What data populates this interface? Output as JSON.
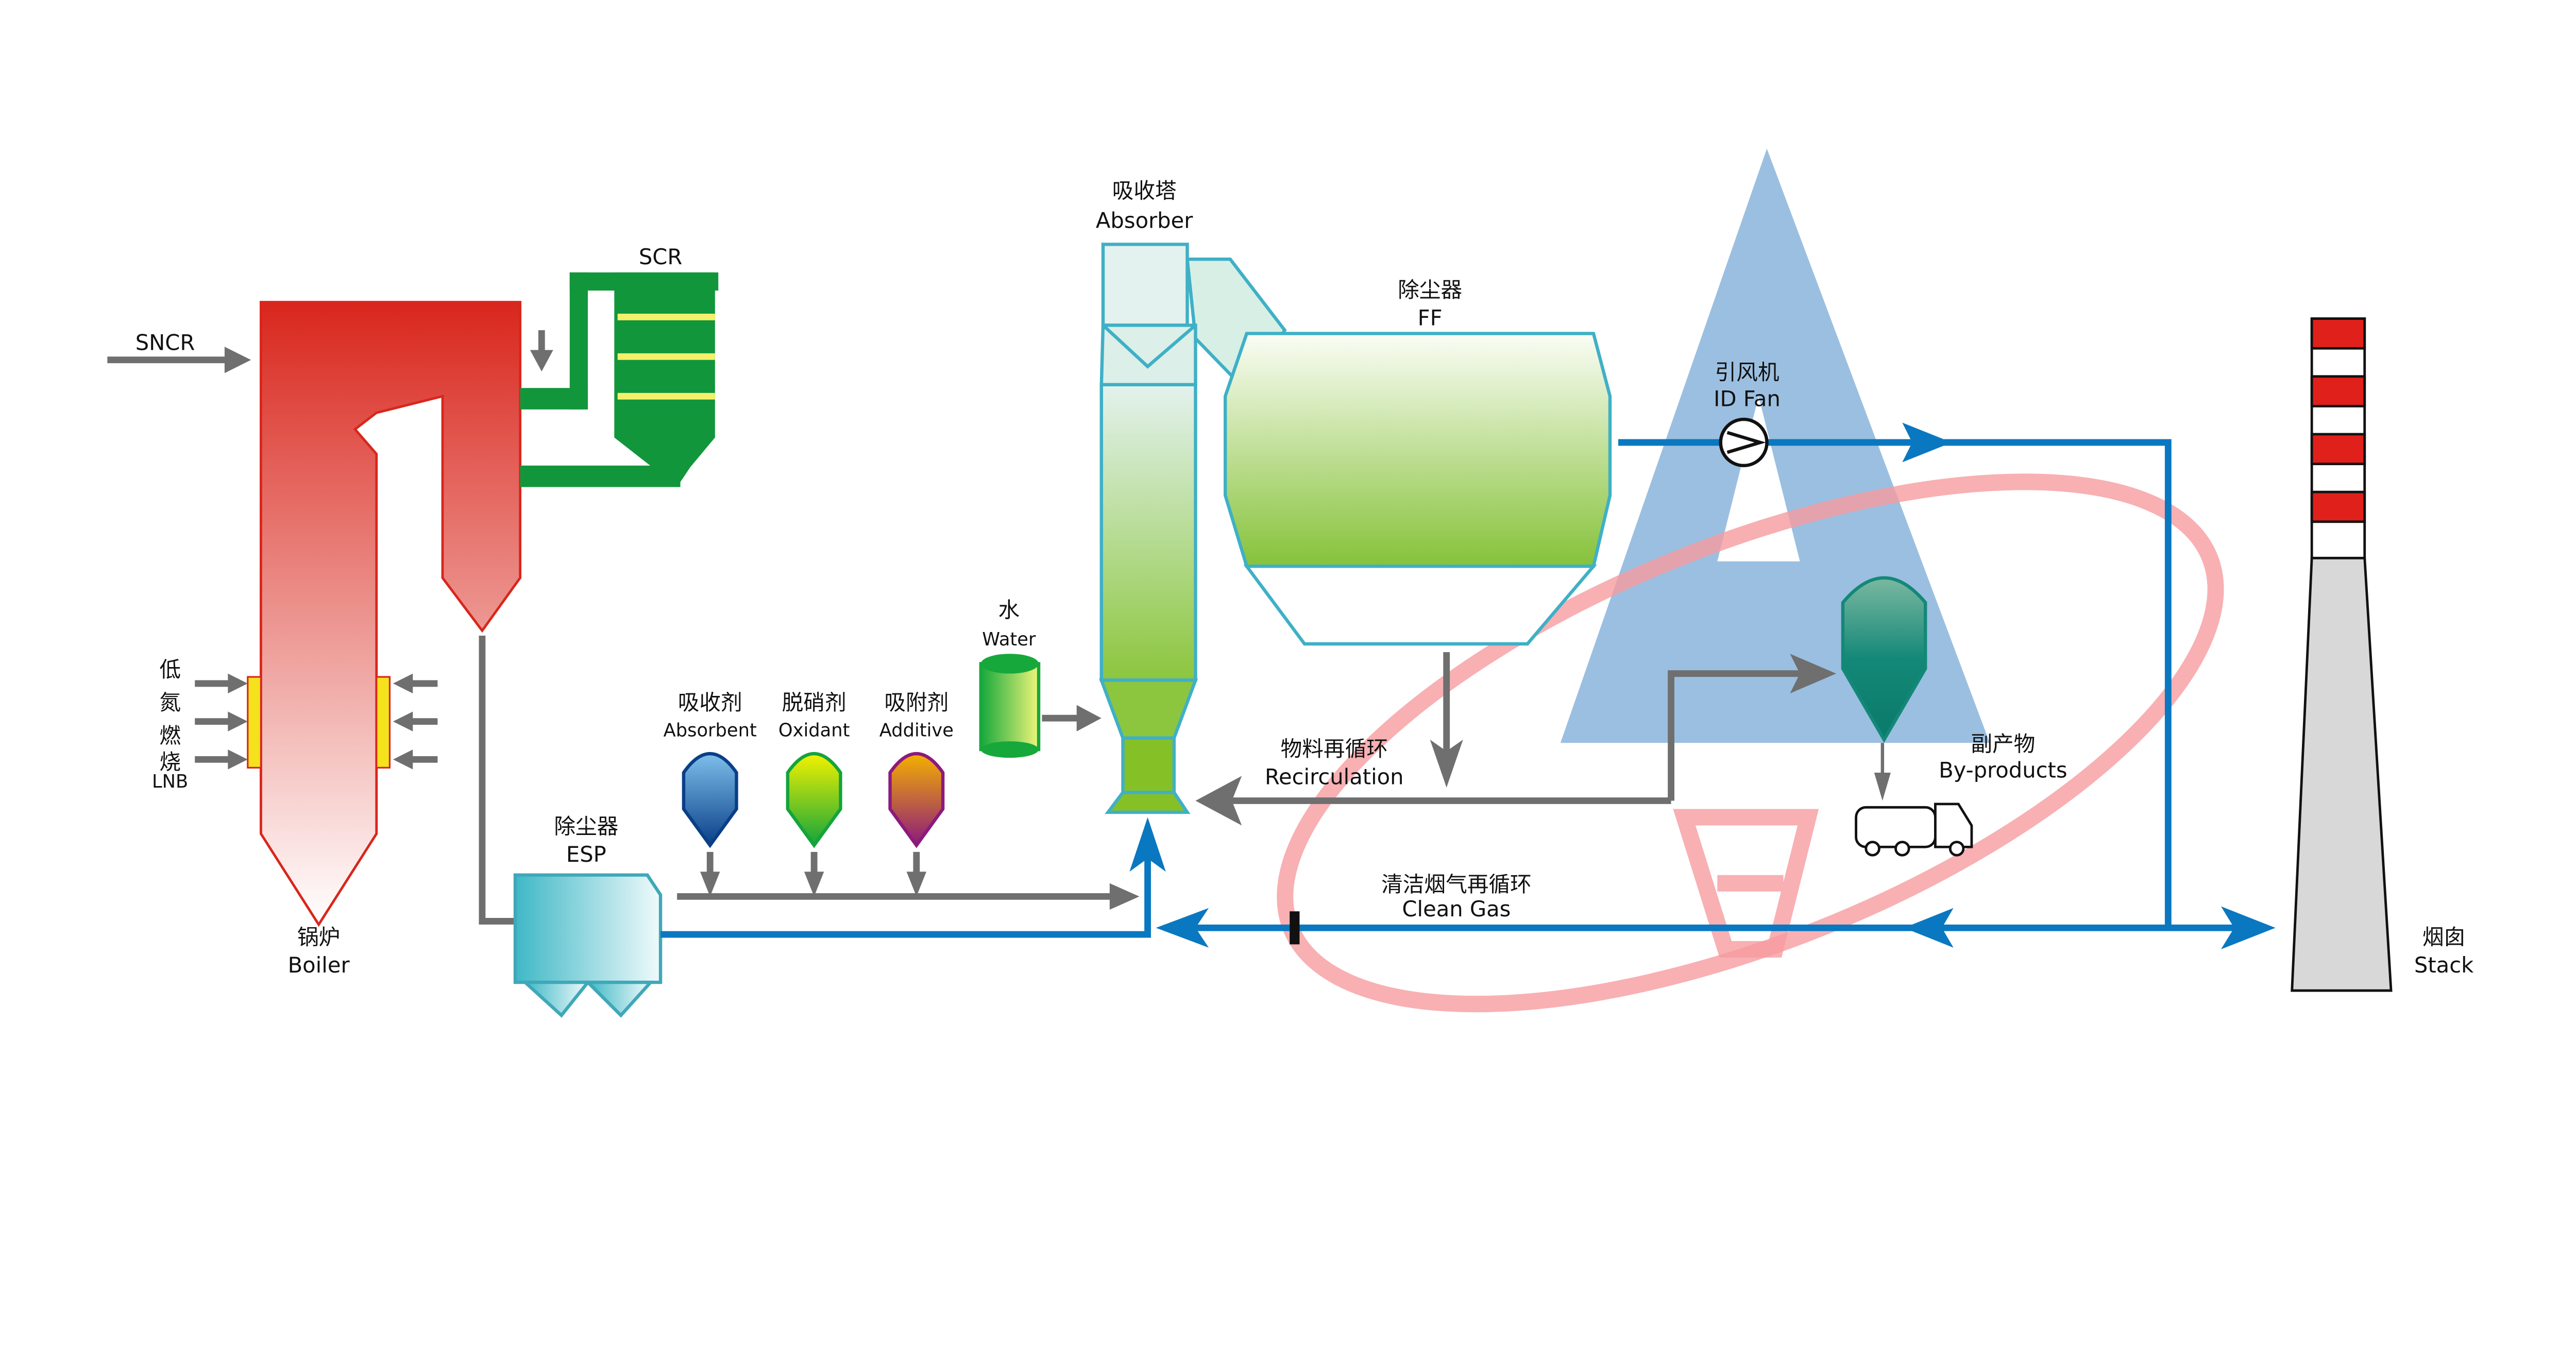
{
  "labels": {
    "sncr": "SNCR",
    "scr": "SCR",
    "lnb_cn": [
      "低",
      "氮",
      "燃",
      "烧"
    ],
    "lnb_en": "LNB",
    "boiler": {
      "cn": "锅炉",
      "en": "Boiler"
    },
    "esp": {
      "cn": "除尘器",
      "en": "ESP"
    },
    "absorbent": {
      "cn": "吸收剂",
      "en": "Absorbent"
    },
    "oxidant": {
      "cn": "脱硝剂",
      "en": "Oxidant"
    },
    "additive": {
      "cn": "吸附剂",
      "en": "Additive"
    },
    "water": {
      "cn": "水",
      "en": "Water"
    },
    "absorber": {
      "cn": "吸收塔",
      "en": "Absorber"
    },
    "ff": {
      "cn": "除尘器",
      "en": "FF"
    },
    "id_fan": {
      "cn": "引风机",
      "en": "ID Fan"
    },
    "recirculation": {
      "cn": "物料再循环",
      "en": "Recirculation"
    },
    "by_products": {
      "cn": "副产物",
      "en": "By-products"
    },
    "clean_gas": {
      "cn": "清洁烟气再循环",
      "en": "Clean Gas"
    },
    "stack": {
      "cn": "烟囱",
      "en": "Stack"
    }
  },
  "colors": {
    "flue_gas": "#0a78c0",
    "material": "#6f6f6f",
    "boiler": "#d9261c",
    "scr": "#12963c",
    "absorber": "#8cc63e"
  }
}
